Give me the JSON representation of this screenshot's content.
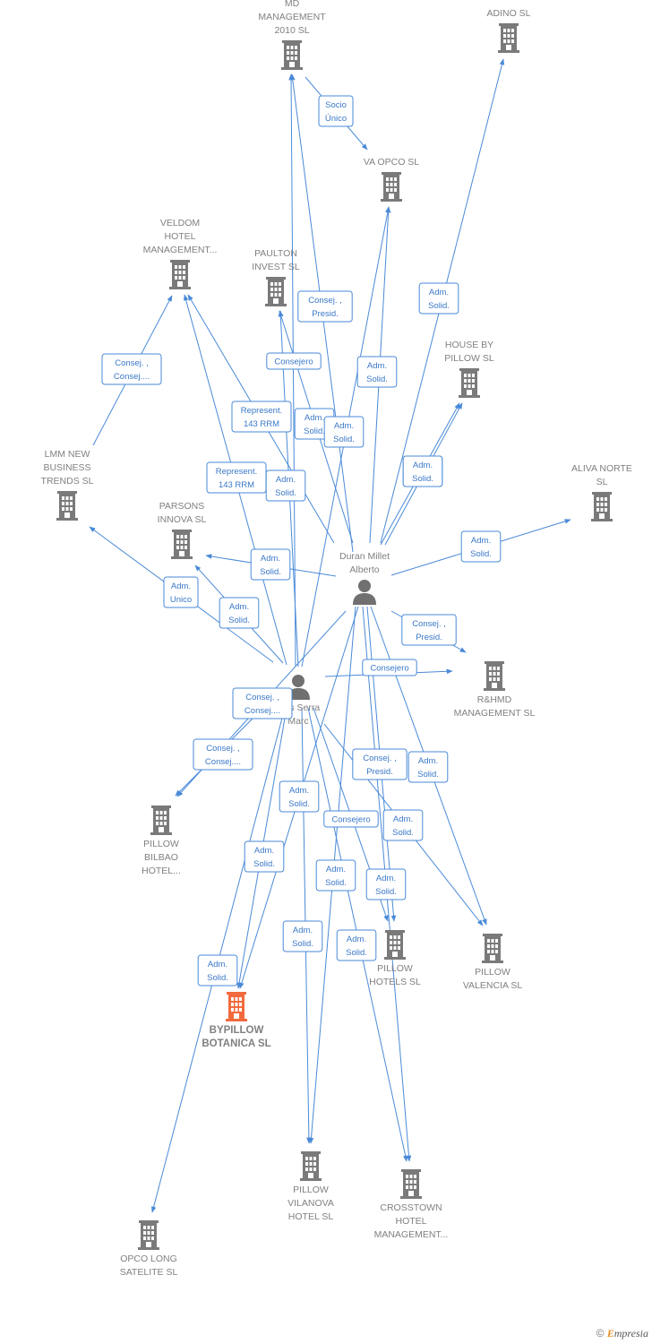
{
  "colors": {
    "edge": "#4a8ad8",
    "edge_text": "#3a78c8",
    "node_company": "#7a7a7a",
    "node_focus": "#f26a3d",
    "person": "#707070",
    "label": "#808080"
  },
  "nodes": [
    {
      "id": "md",
      "type": "company",
      "label": [
        "MD",
        "MANAGEMENT",
        "2010 SL"
      ]
    },
    {
      "id": "adino",
      "type": "company",
      "label": [
        "ADINO  SL"
      ]
    },
    {
      "id": "vaopco",
      "type": "company",
      "label": [
        "VA OPCO  SL"
      ]
    },
    {
      "id": "veldom",
      "type": "company",
      "label": [
        "VELDOM",
        "HOTEL",
        "MANAGEMENT..."
      ]
    },
    {
      "id": "paulton",
      "type": "company",
      "label": [
        "PAULTON",
        "INVEST  SL"
      ]
    },
    {
      "id": "housebypillow",
      "type": "company",
      "label": [
        "HOUSE BY",
        "PILLOW  SL"
      ]
    },
    {
      "id": "lmm",
      "type": "company",
      "label": [
        "LMM NEW",
        "BUSINESS",
        "TRENDS SL"
      ]
    },
    {
      "id": "parsons",
      "type": "company",
      "label": [
        "PARSONS",
        "INNOVA SL"
      ]
    },
    {
      "id": "alivanorte",
      "type": "company",
      "label": [
        "ALIVA NORTE",
        "SL"
      ]
    },
    {
      "id": "duran",
      "type": "person",
      "label": [
        "Duran Millet",
        "Alberto"
      ]
    },
    {
      "id": "serra",
      "type": "person",
      "label": [
        "...as Serra",
        "Marc"
      ]
    },
    {
      "id": "rhmd",
      "type": "company",
      "label": [
        "R&HMD",
        "MANAGEMENT SL"
      ]
    },
    {
      "id": "pillowbilbao",
      "type": "company",
      "label": [
        "PILLOW",
        "BILBAO",
        "HOTEL..."
      ]
    },
    {
      "id": "pillowhotels",
      "type": "company",
      "label": [
        "PILLOW",
        "HOTELS  SL"
      ]
    },
    {
      "id": "pillowvalencia",
      "type": "company",
      "label": [
        "PILLOW",
        "VALENCIA  SL"
      ]
    },
    {
      "id": "bypillow",
      "type": "focus",
      "label": [
        "BYPILLOW",
        "BOTANICA  SL"
      ]
    },
    {
      "id": "pillowvilanova",
      "type": "company",
      "label": [
        "PILLOW",
        "VILANOVA",
        "HOTEL  SL"
      ]
    },
    {
      "id": "crosstown",
      "type": "company",
      "label": [
        "CROSSTOWN",
        "HOTEL",
        "MANAGEMENT..."
      ]
    },
    {
      "id": "opcolong",
      "type": "company",
      "label": [
        "OPCO LONG",
        "SATELITE  SL"
      ]
    }
  ],
  "edges": [
    {
      "id": "e1",
      "from": "md",
      "to": "vaopco",
      "label": [
        "Socio",
        "Único"
      ]
    },
    {
      "id": "e2",
      "from": "duran",
      "to": "md",
      "label": [
        "Consej. ,",
        "Presid."
      ]
    },
    {
      "id": "e3",
      "from": "duran",
      "to": "adino",
      "label": [
        "Adm.",
        "Solid."
      ]
    },
    {
      "id": "e4",
      "from": "duran",
      "to": "vaopco",
      "label": [
        "Adm.",
        "Solid."
      ]
    },
    {
      "id": "e5",
      "from": "lmm",
      "to": "veldom",
      "label": [
        "Consej. ,",
        "Consej...."
      ]
    },
    {
      "id": "e6",
      "from": "serra",
      "to": "paulton",
      "label": [
        "Consejero"
      ]
    },
    {
      "id": "e7",
      "from": "duran",
      "to": "veldom",
      "label": [
        "Represent.",
        "143 RRM"
      ]
    },
    {
      "id": "e8",
      "from": "serra",
      "to": "veldom",
      "label": [
        "Represent.",
        "143 RRM"
      ]
    },
    {
      "id": "e9",
      "from": "duran",
      "to": "paulton",
      "label": [
        "Adm.",
        "Solid."
      ]
    },
    {
      "id": "e10",
      "from": "serra",
      "to": "vaopco",
      "label": [
        "Adm.",
        "Solid."
      ]
    },
    {
      "id": "e11",
      "from": "serra",
      "to": "md",
      "label": [
        "Adm.",
        "Solid."
      ]
    },
    {
      "id": "e12",
      "from": "duran",
      "to": "housebypillow",
      "label": [
        "Adm.",
        "Solid."
      ]
    },
    {
      "id": "e13",
      "from": "duran",
      "to": "housebypillow",
      "label": [
        "Adm.",
        "Solid."
      ]
    },
    {
      "id": "e14",
      "from": "duran",
      "to": "alivanorte",
      "label": [
        "Adm.",
        "Solid."
      ]
    },
    {
      "id": "e15",
      "from": "duran",
      "to": "parsons",
      "label": [
        "Adm.",
        "Solid."
      ]
    },
    {
      "id": "e16",
      "from": "serra",
      "to": "lmm",
      "label": [
        "Adm.",
        "Unico"
      ]
    },
    {
      "id": "e17",
      "from": "serra",
      "to": "parsons",
      "label": [
        "Adm.",
        "Solid."
      ]
    },
    {
      "id": "e18",
      "from": "duran",
      "to": "rhmd",
      "label": [
        "Consej. ,",
        "Presid."
      ]
    },
    {
      "id": "e19",
      "from": "serra",
      "to": "rhmd",
      "label": [
        "Consejero"
      ]
    },
    {
      "id": "e20",
      "from": "serra",
      "to": "pillowbilbao",
      "label": [
        "Consej. ,",
        "Consej...."
      ]
    },
    {
      "id": "e21",
      "from": "duran",
      "to": "pillowbilbao",
      "label": [
        "Consej. ,",
        "Consej...."
      ]
    },
    {
      "id": "e22",
      "from": "duran",
      "to": "pillowhotels",
      "label": [
        "Consej. ,",
        "Presid."
      ]
    },
    {
      "id": "e23",
      "from": "duran",
      "to": "pillowvalencia",
      "label": [
        "Adm.",
        "Solid."
      ]
    },
    {
      "id": "e24",
      "from": "duran",
      "to": "bypillow",
      "label": [
        "Adm.",
        "Solid."
      ]
    },
    {
      "id": "e25",
      "from": "serra",
      "to": "pillowhotels",
      "label": [
        "Consejero"
      ]
    },
    {
      "id": "e26",
      "from": "serra",
      "to": "pillowvalencia",
      "label": [
        "Adm.",
        "Solid."
      ]
    },
    {
      "id": "e27",
      "from": "serra",
      "to": "bypillow",
      "label": [
        "Adm.",
        "Solid."
      ]
    },
    {
      "id": "e28",
      "from": "duran",
      "to": "pillowvilanova",
      "label": [
        "Adm.",
        "Solid."
      ]
    },
    {
      "id": "e29",
      "from": "duran",
      "to": "crosstown",
      "label": [
        "Adm.",
        "Solid."
      ]
    },
    {
      "id": "e30",
      "from": "serra",
      "to": "pillowvilanova",
      "label": [
        "Adm.",
        "Solid."
      ]
    },
    {
      "id": "e31",
      "from": "serra",
      "to": "crosstown",
      "label": [
        "Adm.",
        "Solid."
      ]
    },
    {
      "id": "e32",
      "from": "serra",
      "to": "opcolong",
      "label": [
        "Adm.",
        "Solid."
      ]
    }
  ],
  "footer": {
    "copyright": "©",
    "brand_initial": "E",
    "brand_rest": "mpresia"
  }
}
